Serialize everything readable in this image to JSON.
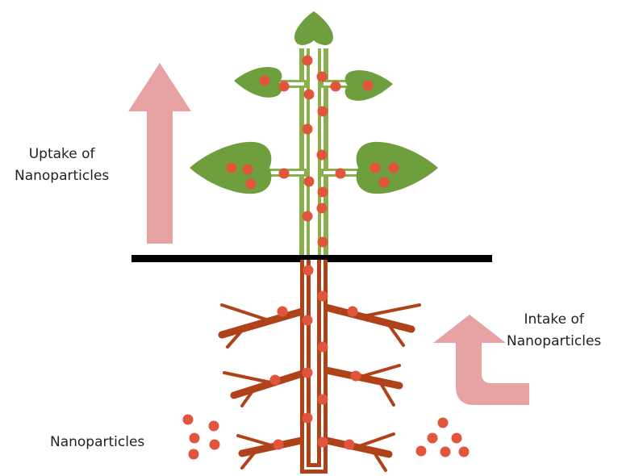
{
  "labels": {
    "uptake": [
      "Uptake of",
      "Nanoparticles"
    ],
    "intake": [
      "Intake of",
      "Nanoparticles"
    ],
    "nanoparticles": "Nanoparticles"
  },
  "colors": {
    "leaf": "#6E9E3E",
    "stem_green": "#8AB04E",
    "root": "#B0421A",
    "particle": "#E1553C",
    "arrow": "#E7A3A3",
    "ground_line": "#000000",
    "text": "#222222",
    "background": "#FFFFFF"
  }
}
